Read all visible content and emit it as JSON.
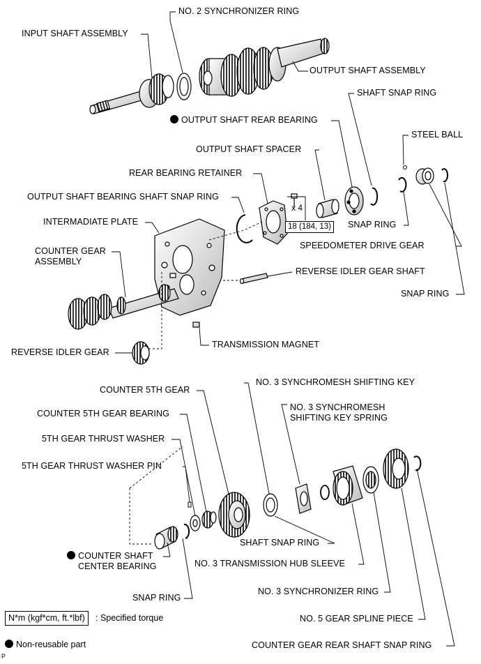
{
  "labels": {
    "no2_sync_ring": "NO. 2 SYNCHRONIZER RING",
    "input_shaft": "INPUT SHAFT ASSEMBLY",
    "output_shaft": "OUTPUT SHAFT ASSEMBLY",
    "shaft_snap_ring_top": "SHAFT SNAP RING",
    "output_rear_bearing": "OUTPUT SHAFT REAR BEARING",
    "steel_ball": "STEEL BALL",
    "output_spacer": "OUTPUT SHAFT SPACER",
    "rear_bearing_retainer": "REAR BEARING RETAINER",
    "output_bearing_snap_ring": "OUTPUT SHAFT BEARING SHAFT SNAP RING",
    "intermediate_plate": "INTERMADIATE PLATE",
    "snap_ring_a": "SNAP RING",
    "speedometer_gear": "SPEEDOMETER DRIVE GEAR",
    "counter_gear_assembly": "COUNTER GEAR\nASSEMBLY",
    "reverse_idler_shaft": "REVERSE IDLER GEAR SHAFT",
    "snap_ring_b": "SNAP RING",
    "reverse_idler_gear": "REVERSE IDLER GEAR",
    "transmission_magnet": "TRANSMISSION MAGNET",
    "counter_5th_gear": "COUNTER 5TH GEAR",
    "no3_shifting_key": "NO. 3 SYNCHROMESH SHIFTING KEY",
    "counter_5th_bearing": "COUNTER 5TH GEAR BEARING",
    "no3_shifting_key_spring": "NO. 3 SYNCHROMESH\nSHIFTING KEY SPRING",
    "fifth_thrust_washer": "5TH GEAR THRUST WASHER",
    "fifth_thrust_washer_pin": "5TH GEAR THRUST WASHER PIN",
    "shaft_snap_ring_bottom": "SHAFT SNAP RING",
    "counter_center_bearing": "COUNTER SHAFT\nCENTER BEARING",
    "no3_hub_sleeve": "NO. 3 TRANSMISSION HUB SLEEVE",
    "no3_sync_ring": "NO. 3 SYNCHRONIZER RING",
    "snap_ring_c": "SNAP RING",
    "no5_spline_piece": "NO. 5 GEAR SPLINE PIECE",
    "counter_rear_snap_ring": "COUNTER GEAR REAR SHAFT SNAP RING"
  },
  "bolt_qty": "x 4",
  "torque_value": "18 (184, 13)",
  "legend": {
    "torque_unit": "N*m (kgf*cm, ft.*lbf)",
    "torque_desc": ": Specified torque",
    "nonreusable": "Non-reusable part"
  },
  "figure_code": "P"
}
